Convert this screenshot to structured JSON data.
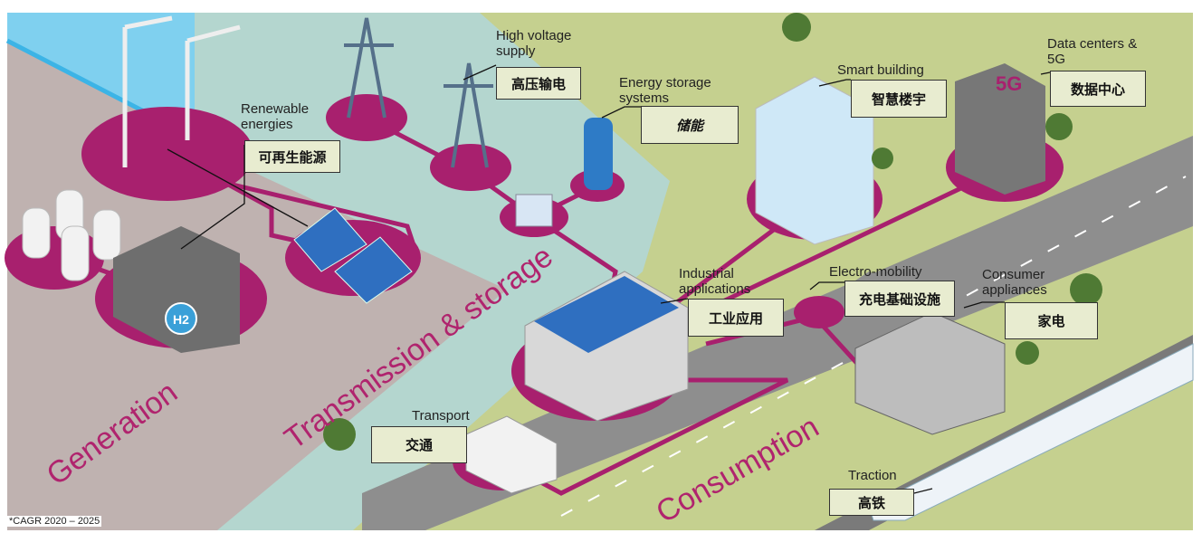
{
  "colors": {
    "accent": "#a8206e",
    "green": "#c5d08f",
    "teal": "#b4d6cf",
    "grey_land": "#bfb2b0",
    "water": "#7fd0ef",
    "road": "#8a8a8a",
    "label_bg": "#e8ecd0"
  },
  "regions": {
    "generation": "Generation",
    "transmission": "Transmission & storage",
    "consumption": "Consumption"
  },
  "labels": {
    "renewable": {
      "en": "Renewable energies",
      "cn": "可再生能源"
    },
    "high_voltage": {
      "en": "High voltage supply",
      "cn": "高压输电"
    },
    "storage": {
      "en": "Energy storage systems",
      "cn": "储能"
    },
    "smart_building": {
      "en": "Smart building",
      "cn": "智慧楼宇"
    },
    "data_centers": {
      "en": "Data centers & 5G",
      "cn": "数据中心"
    },
    "industrial": {
      "en": "Industrial applications",
      "cn": "工业应用"
    },
    "electro_mobility": {
      "en": "Electro-mobility",
      "cn": "充电基础设施"
    },
    "consumer": {
      "en": "Consumer appliances",
      "cn": "家电"
    },
    "transport": {
      "en": "Transport",
      "cn": "交通"
    },
    "traction": {
      "en": "Traction",
      "cn": "高铁"
    }
  },
  "icons": {
    "h2": "H2",
    "fiveg": "5G"
  },
  "footnote": "*CAGR 2020 – 2025"
}
